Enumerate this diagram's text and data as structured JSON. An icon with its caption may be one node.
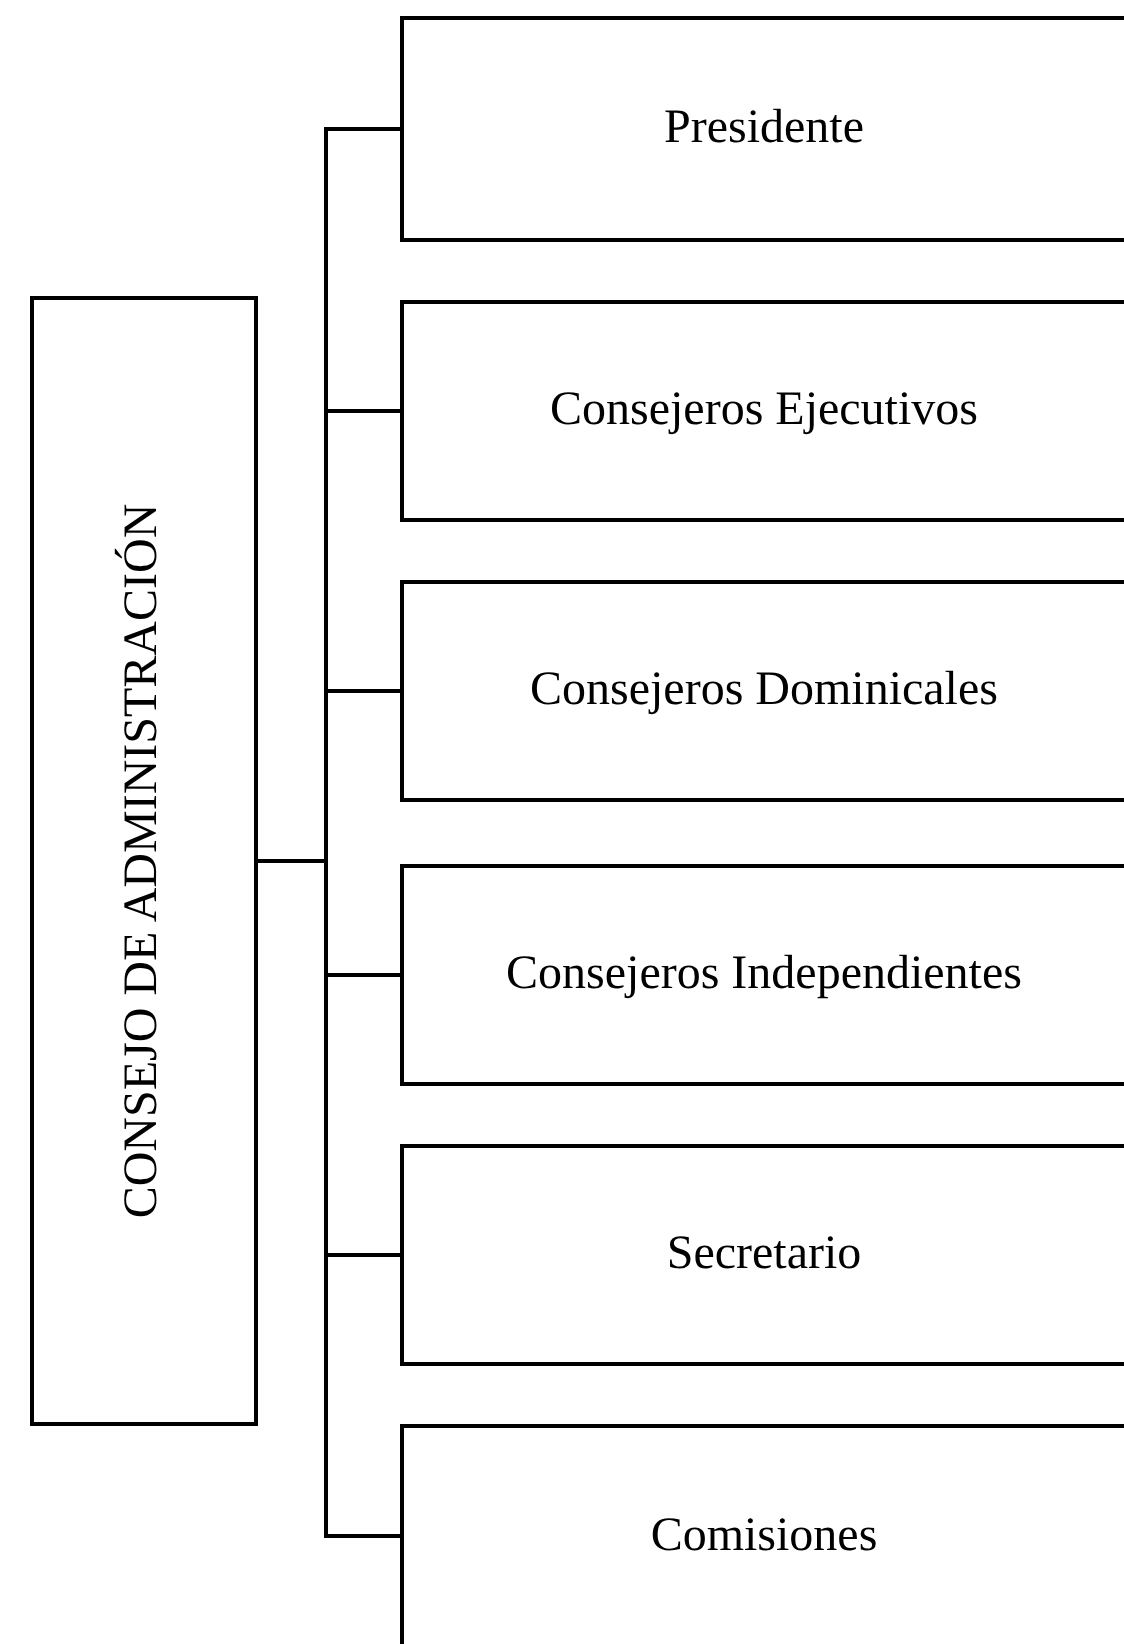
{
  "diagram": {
    "nodes": [
      {
        "text": [
          "CONSEJO DE ADMINISTRACIÓN"
        ]
      },
      {
        "text": [
          "Presidente"
        ]
      },
      {
        "text": [
          "Consejeros Ejecutivos"
        ]
      },
      {
        "text": [
          "Consejeros Dominicales"
        ]
      },
      {
        "text": [
          "Consejeros Independientes"
        ]
      },
      {
        "text": [
          "Secretario"
        ]
      },
      {
        "text": [
          "Comisiones"
        ]
      }
    ],
    "edges": [
      {
        "from": 0,
        "to": 1,
        "arrow": "none"
      },
      {
        "from": 0,
        "to": 2,
        "arrow": "none"
      },
      {
        "from": 0,
        "to": 3,
        "arrow": "none"
      },
      {
        "from": 0,
        "to": 4,
        "arrow": "none"
      },
      {
        "from": 0,
        "to": 5,
        "arrow": "none"
      },
      {
        "from": 0,
        "to": 6,
        "arrow": "none"
      }
    ]
  }
}
